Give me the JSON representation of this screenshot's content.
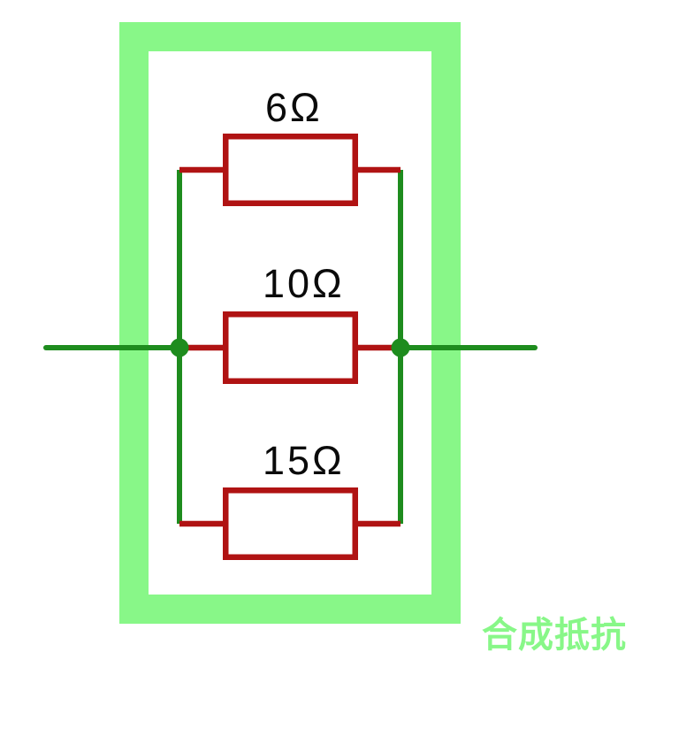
{
  "diagram": {
    "type": "circuit",
    "description": "three-resistor-parallel-circuit",
    "resistors": [
      {
        "id": "r1",
        "label": "6Ω",
        "value_ohms": 6
      },
      {
        "id": "r2",
        "label": "10Ω",
        "value_ohms": 10
      },
      {
        "id": "r3",
        "label": "15Ω",
        "value_ohms": 15
      }
    ],
    "caption": "合成抵抗"
  },
  "colors": {
    "background": "#ffffff",
    "frame": "#88f788",
    "wire": "#1e8c1e",
    "component": "#b01313",
    "label": "#0a0a0a",
    "caption": "#88f788"
  }
}
